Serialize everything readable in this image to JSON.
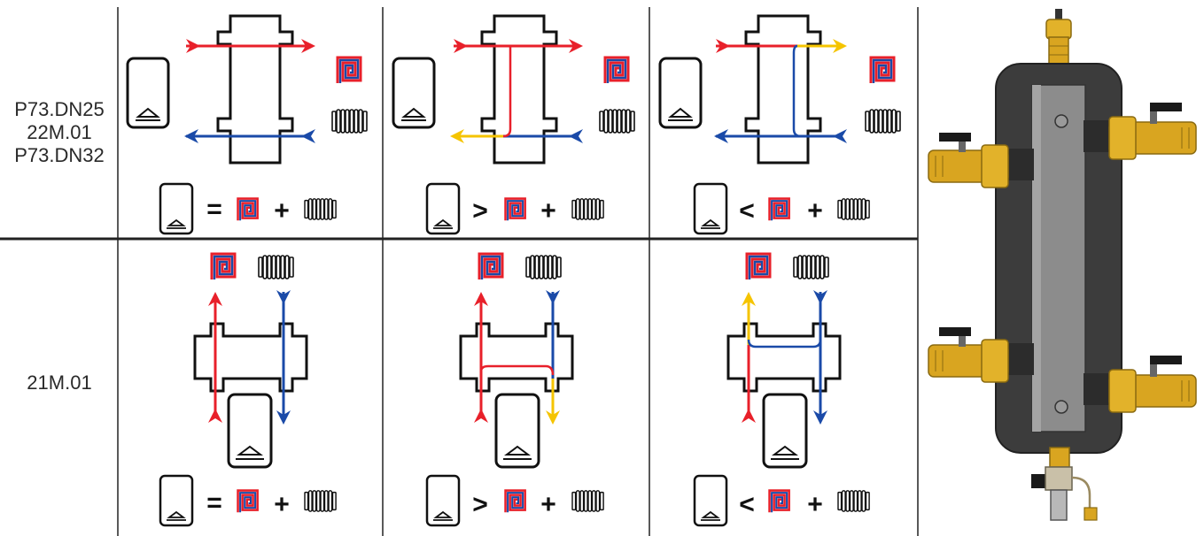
{
  "labels": {
    "row1": [
      "P73.DN25",
      "22M.01",
      "P73.DN32"
    ],
    "row2": "21M.01"
  },
  "equations": {
    "balanced": "=",
    "boiler_greater": ">",
    "boiler_less": "<",
    "plus": "+"
  },
  "colors": {
    "supply": "#e8202a",
    "return": "#1a4aa8",
    "mixed": "#f5c400",
    "outline": "#111111",
    "grid": "#222222",
    "brass": "#d9a520",
    "housing": "#3a3a3a",
    "body": "#8a8a8a"
  },
  "icons": [
    "boiler-icon",
    "underfloor-heating-icon",
    "radiator-icon",
    "arrow-icon",
    "ball-valve-icon",
    "air-vent-icon",
    "drain-valve-icon"
  ]
}
